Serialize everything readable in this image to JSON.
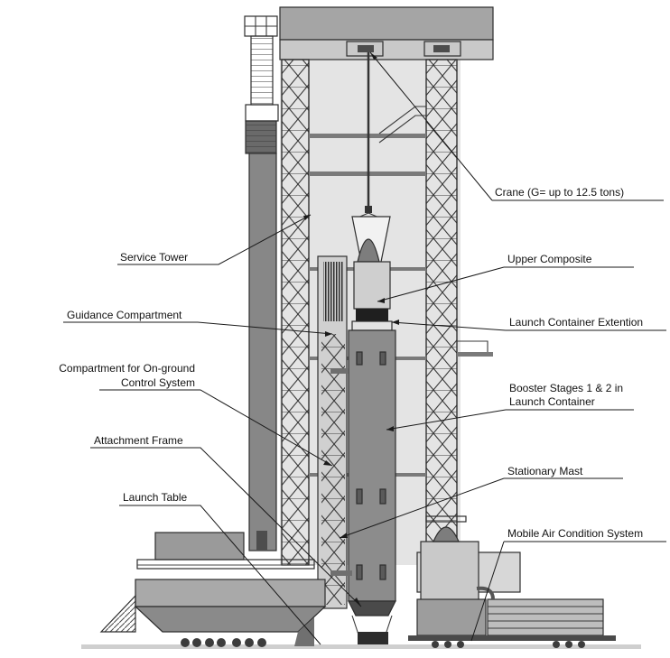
{
  "labels": {
    "crane": "Crane (G= up to 12.5 tons)",
    "service_tower": "Service Tower",
    "upper_composite": "Upper Composite",
    "guidance_compartment": "Guidance Compartment",
    "launch_container_extension": "Launch Container Extention",
    "on_ground_control_line1": "Compartment for On-ground",
    "on_ground_control_line2": "Control System",
    "booster_line1": "Booster Stages 1 & 2 in",
    "booster_line2": "Launch Container",
    "attachment_frame": "Attachment Frame",
    "stationary_mast": "Stationary Mast",
    "launch_table": "Launch Table",
    "mobile_air_condition": "Mobile Air Condition System"
  },
  "colors": {
    "steel_dark": "#5f5f5f",
    "steel_mid": "#8a8a8a",
    "steel_light": "#b6b6b6",
    "panel_bg": "#e4e4e4",
    "line": "#1a1a1a"
  }
}
